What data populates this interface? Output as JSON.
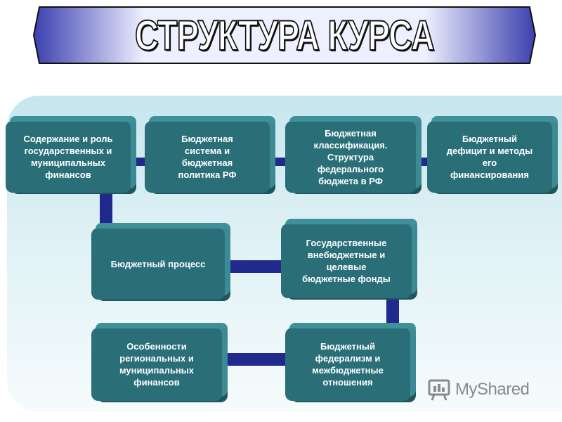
{
  "title": "СТРУКТУРА КУРСА",
  "boxes": {
    "b1": "Содержание и роль\nгосударственных и\nмуниципальных\nфинансов",
    "b2": "Бюджетная\nсистема и\nбюджетная\nполитика РФ",
    "b3": "Бюджетная\nклассификация.\nСтруктура\nфедерального\nбюджета в РФ",
    "b4": "Бюджетный\nдефицит и методы\nего\nфинансирования",
    "b5": "Бюджетный процесс",
    "b6": "Государственные\nвнебюджетные и\nцелевые\nбюджетные фонды",
    "b7": "Особенности\nрегиональных и\nмуниципальных\nфинансов",
    "b8": "Бюджетный\nфедерализм и\nмежбюджетные\nотношения"
  },
  "watermark": "MyShared",
  "colors": {
    "box": "#2a6f78",
    "connector": "#202a8c",
    "banner_inner": "#eef0ff",
    "banner_outer": "#3b3fae"
  }
}
